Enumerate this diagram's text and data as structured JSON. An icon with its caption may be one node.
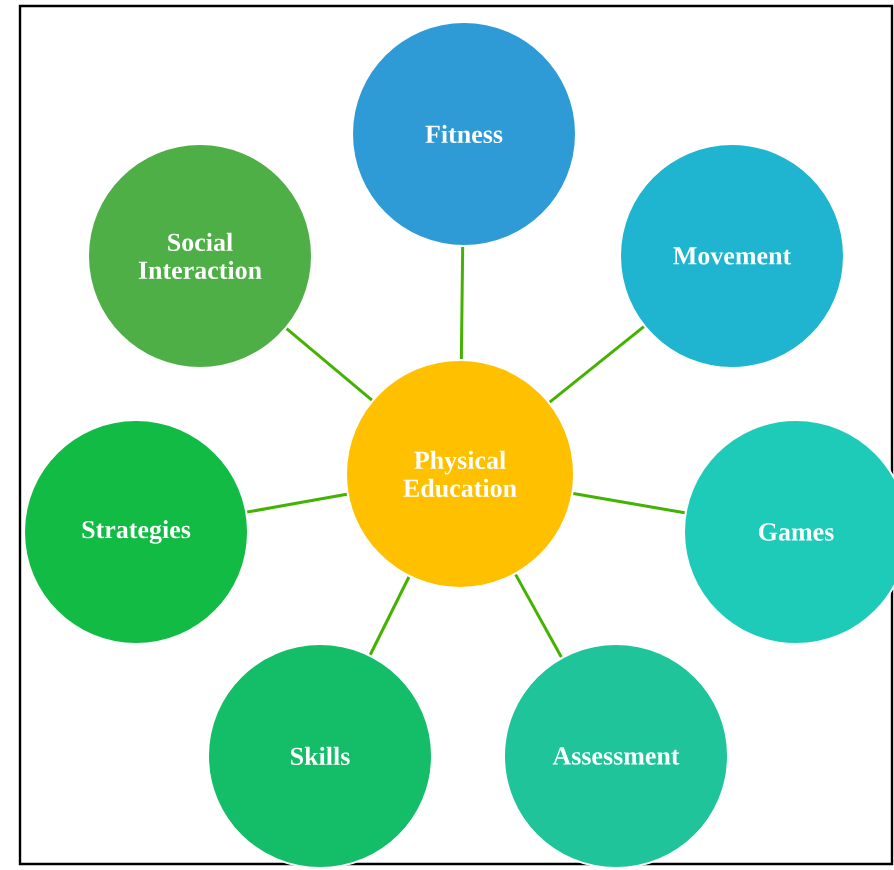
{
  "diagram": {
    "nodes": [
      {
        "text": [
          "Physical Education"
        ]
      },
      {
        "text": [
          "Fitness"
        ]
      },
      {
        "text": [
          "Movement"
        ]
      },
      {
        "text": [
          "Games"
        ]
      },
      {
        "text": [
          "Assessment"
        ]
      },
      {
        "text": [
          "Skills"
        ]
      },
      {
        "text": [
          "Strategies"
        ]
      },
      {
        "text": [
          "Social Interaction"
        ]
      }
    ],
    "edges": [
      {
        "from": 0,
        "to": 1,
        "arrow": "none"
      },
      {
        "from": 0,
        "to": 2,
        "arrow": "none"
      },
      {
        "from": 0,
        "to": 3,
        "arrow": "none"
      },
      {
        "from": 0,
        "to": 4,
        "arrow": "none"
      },
      {
        "from": 0,
        "to": 5,
        "arrow": "none"
      },
      {
        "from": 0,
        "to": 6,
        "arrow": "none"
      },
      {
        "from": 0,
        "to": 7,
        "arrow": "none"
      }
    ]
  }
}
